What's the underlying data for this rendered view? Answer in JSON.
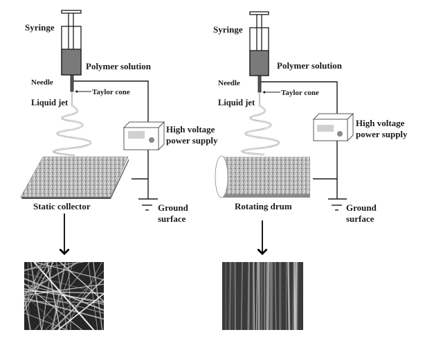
{
  "colors": {
    "line": "#1a1a1a",
    "solution": "#7a7a7a",
    "display": "#d0d0d0",
    "knob": "#8a8a8a",
    "fiber_bg": "#262626"
  },
  "setups": [
    {
      "name": "static",
      "labels": {
        "syringe": "Syringe",
        "polymer_solution": "Polymer solution",
        "needle": "Needle",
        "taylor_cone": "Taylor cone",
        "liquid_jet": "Liquid jet",
        "power_line1": "High voltage",
        "power_line2": "power supply",
        "collector": "Static collector",
        "ground_line1": "Ground",
        "ground_line2": "surface"
      },
      "result_image": "random-fiber-mat"
    },
    {
      "name": "rotating",
      "labels": {
        "syringe": "Syringe",
        "polymer_solution": "Polymer solution",
        "needle": "Needle",
        "taylor_cone": "Taylor cone",
        "liquid_jet": "Liquid jet",
        "power_line1": "High voltage",
        "power_line2": "power supply",
        "collector": "Rotating drum",
        "ground_line1": "Ground",
        "ground_line2": "surface"
      },
      "result_image": "aligned-fiber-mat"
    }
  ]
}
